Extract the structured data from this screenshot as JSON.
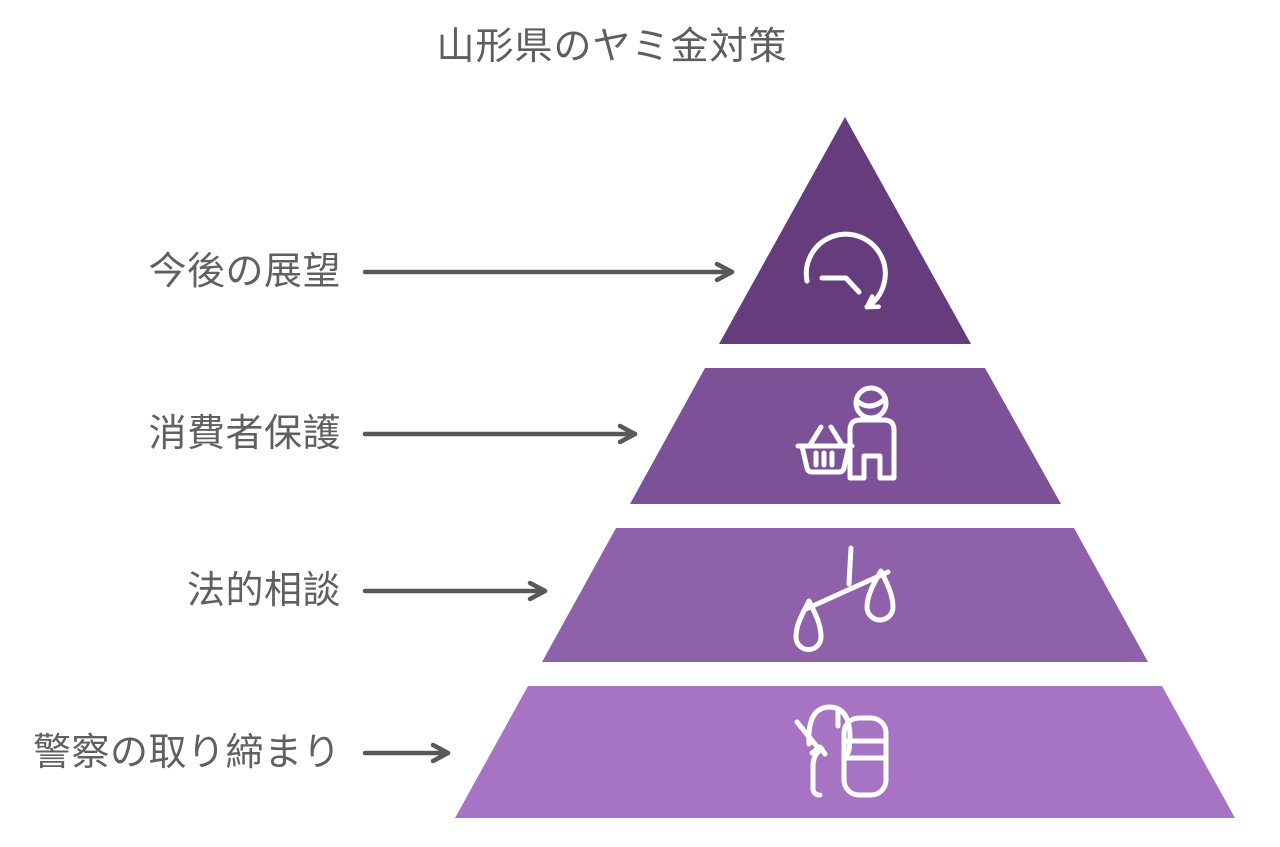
{
  "title": "山形県のヤミ金対策",
  "pyramid": {
    "type": "pyramid-4-levels",
    "levels": [
      {
        "rank": 1,
        "label": "今後の展望",
        "icon": "clock-history-icon",
        "color": "#653d7c"
      },
      {
        "rank": 2,
        "label": "消費者保護",
        "icon": "consumer-basket-icon",
        "color": "#7d5198"
      },
      {
        "rank": 3,
        "label": "法的相談",
        "icon": "scales-of-justice-icon",
        "color": "#8f61aa"
      },
      {
        "rank": 4,
        "label": "警察の取り締まり",
        "icon": "police-officer-icon",
        "color": "#a674c2"
      }
    ]
  },
  "colors": {
    "background": "#ffffff",
    "text": "#606060",
    "arrow": "#58585a",
    "icon_stroke": "#ffffff"
  }
}
